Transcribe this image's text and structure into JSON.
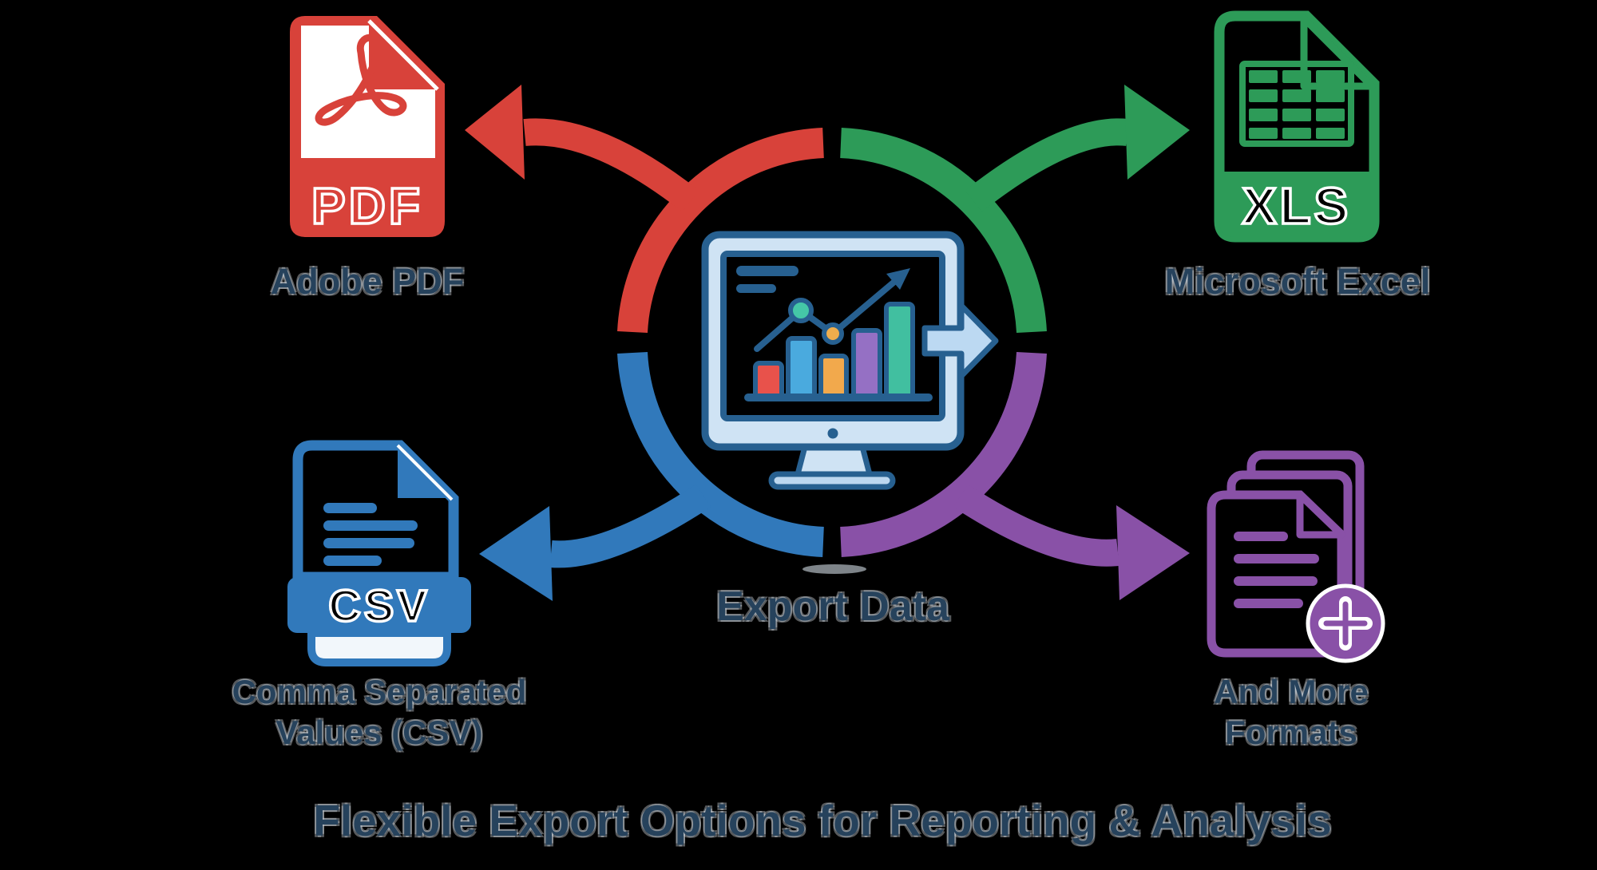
{
  "title": "Flexible Export Options for Reporting & Analysis",
  "center": {
    "label": "Export Data",
    "icon": "monitor-analytics-icon"
  },
  "formats": [
    {
      "id": "pdf",
      "badge": "PDF",
      "label": "Adobe PDF",
      "position": "top-left",
      "icon": "pdf-file-icon",
      "color": "#d8423a"
    },
    {
      "id": "xls",
      "badge": "XLS",
      "label": "Microsoft Excel",
      "position": "top-right",
      "icon": "xls-file-icon",
      "color": "#2d9b58"
    },
    {
      "id": "csv",
      "badge": "CSV",
      "label": "Comma Separated Values (CSV)",
      "label_line1": "Comma Separated",
      "label_line2": "Values (CSV)",
      "position": "bottom-left",
      "icon": "csv-file-icon",
      "color": "#3179bb"
    },
    {
      "id": "more",
      "label": "And More Formats",
      "label_line1": "And More",
      "label_line2": "Formats",
      "position": "bottom-right",
      "icon": "more-formats-icon",
      "color": "#8951a7"
    }
  ],
  "colors": {
    "background": "#000000",
    "red": "#d8423a",
    "green": "#2d9b58",
    "blue": "#3179bb",
    "purple": "#8951a7",
    "navy": "#26425c",
    "mon_dark": "#276090",
    "mon_light": "#cfe3f4",
    "bar_red": "#e8524b",
    "bar_blue": "#4aaade",
    "bar_orange": "#f2a94c",
    "bar_purple": "#9570c4",
    "bar_teal": "#41bfa0",
    "dot_teal": "#45c7a7",
    "dot_orange": "#eead4d"
  }
}
